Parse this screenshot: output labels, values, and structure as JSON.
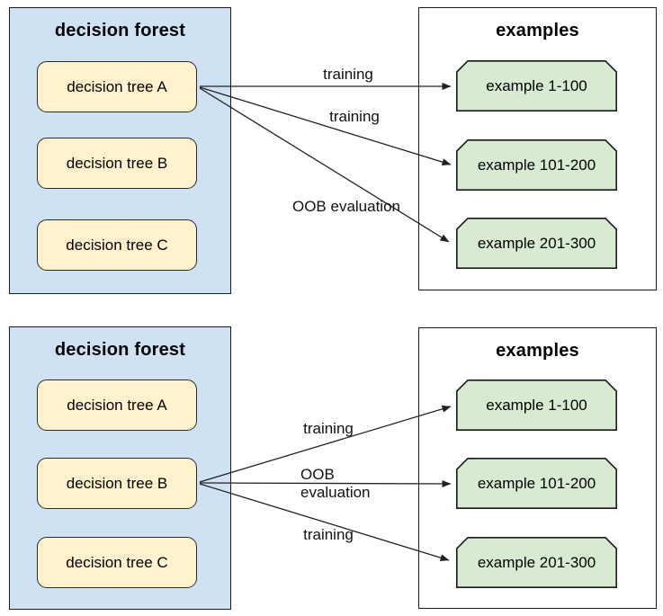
{
  "colors": {
    "forest_fill": "#cfe2f3",
    "tree_fill": "#fff2cc",
    "example_fill": "#d9ead3",
    "box_border": "#1a1a1a",
    "arrow": "#212121",
    "text": "#000000"
  },
  "diagrams": [
    {
      "forest": {
        "title": "decision forest",
        "trees": [
          {
            "label": "decision tree A"
          },
          {
            "label": "decision tree B"
          },
          {
            "label": "decision tree C"
          }
        ]
      },
      "examples": {
        "title": "examples",
        "items": [
          {
            "label": "example 1-100"
          },
          {
            "label": "example 101-200"
          },
          {
            "label": "example 201-300"
          }
        ]
      },
      "arrows": [
        {
          "label": "training",
          "from": "decision tree A",
          "to": "example 1-100"
        },
        {
          "label": "training",
          "from": "decision tree A",
          "to": "example 101-200"
        },
        {
          "label": "OOB evaluation",
          "from": "decision tree A",
          "to": "example 201-300"
        }
      ]
    },
    {
      "forest": {
        "title": "decision forest",
        "trees": [
          {
            "label": "decision tree A"
          },
          {
            "label": "decision tree B"
          },
          {
            "label": "decision tree C"
          }
        ]
      },
      "examples": {
        "title": "examples",
        "items": [
          {
            "label": "example 1-100"
          },
          {
            "label": "example 101-200"
          },
          {
            "label": "example 201-300"
          }
        ]
      },
      "arrows": [
        {
          "label": "training",
          "from": "decision tree B",
          "to": "example 1-100"
        },
        {
          "label": "OOB\nevaluation",
          "from": "decision tree B",
          "to": "example 101-200"
        },
        {
          "label": "training",
          "from": "decision tree B",
          "to": "example 201-300"
        }
      ]
    }
  ]
}
